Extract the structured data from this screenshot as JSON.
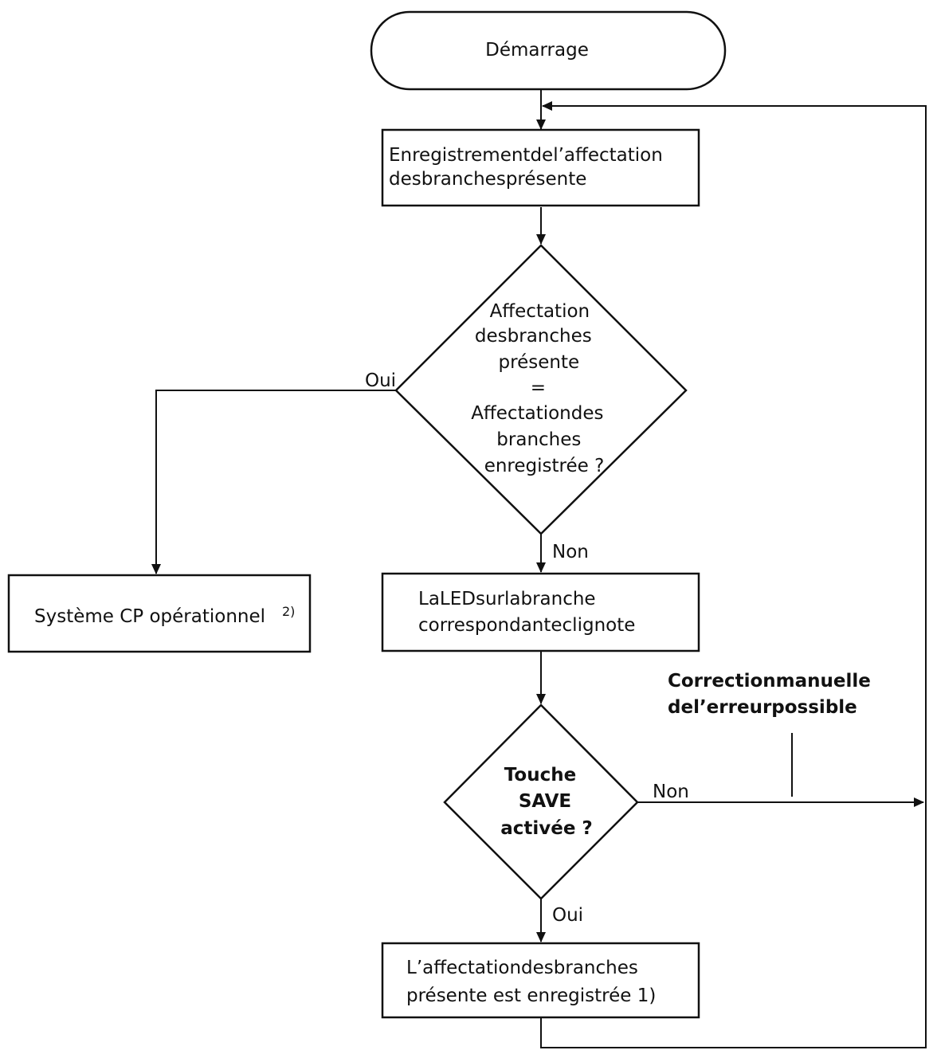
{
  "nodes": {
    "start": {
      "lines": [
        "Démarrage"
      ]
    },
    "record_branches": {
      "lines": [
        "Enregistrementdel’affectation",
        "desbranchesprésente"
      ]
    },
    "compare_decision": {
      "lines": [
        "Affectation",
        "desbranches",
        "présente",
        "=",
        "Affectationdes",
        "branches",
        "enregistrée ?"
      ]
    },
    "system_ok": {
      "text": "Système CP opérationnel",
      "note": "2)"
    },
    "led_blinks": {
      "lines": [
        "LaLEDsurlabranche",
        "correspondanteclignote"
      ]
    },
    "save_decision": {
      "lines": [
        "Touche",
        "SAVE",
        "activée ?"
      ]
    },
    "saved": {
      "lines": [
        "L’affectationdesbranches",
        "présente est enregistrée 1)"
      ]
    }
  },
  "edge_labels": {
    "compare_yes": "Oui",
    "compare_no": "Non",
    "save_no": "Non",
    "save_yes": "Oui"
  },
  "annotation": {
    "lines": [
      "Correctionmanuelle",
      "del’erreurpossible"
    ]
  }
}
